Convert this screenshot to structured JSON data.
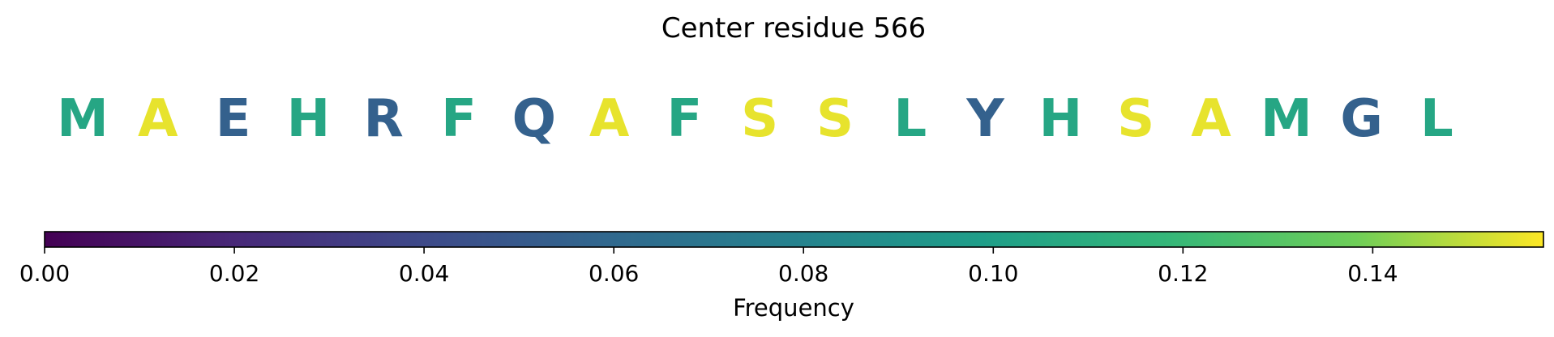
{
  "chart_data": {
    "type": "table",
    "title": "Center residue 566",
    "residues": [
      "M",
      "A",
      "E",
      "H",
      "R",
      "F",
      "Q",
      "A",
      "F",
      "S",
      "S",
      "L",
      "Y",
      "H",
      "S",
      "A",
      "M",
      "G",
      "L"
    ],
    "frequencies": [
      0.105,
      0.155,
      0.055,
      0.105,
      0.055,
      0.105,
      0.055,
      0.155,
      0.105,
      0.155,
      0.155,
      0.105,
      0.055,
      0.105,
      0.155,
      0.155,
      0.105,
      0.055,
      0.105
    ],
    "colorbar": {
      "label": "Frequency",
      "range": [
        0.0,
        0.158
      ],
      "ticks": [
        "0.00",
        "0.02",
        "0.04",
        "0.06",
        "0.08",
        "0.10",
        "0.12",
        "0.14"
      ],
      "colormap": "viridis"
    }
  }
}
